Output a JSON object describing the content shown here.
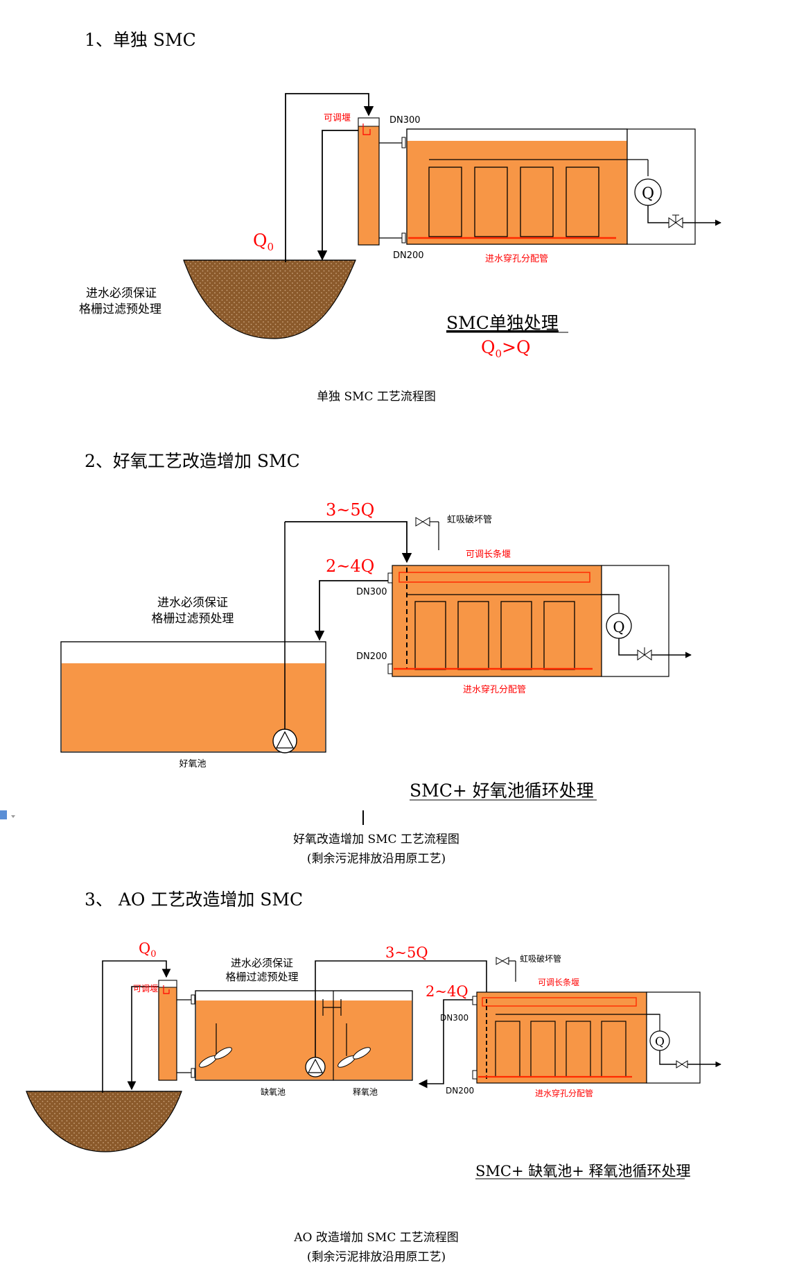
{
  "colors": {
    "tank_fill": "#f79646",
    "sludge": "#8b5a2b",
    "red_text": "#ff0000",
    "red_pipe": "#ff2a00",
    "line": "#000000"
  },
  "section1": {
    "heading": "1、单独 SMC",
    "label_weir": "可调堰",
    "label_dn300": "DN300",
    "label_dn200": "DN200",
    "label_pipe": "进水穿孔分配管",
    "label_q0_main": "Q",
    "label_q0_sub": "0",
    "label_pump": "Q",
    "note_line1": "进水必须保证",
    "note_line2": "格栅过滤预处理",
    "title": "SMC单独处理",
    "formula_q": "Q",
    "formula_sub": "0",
    "formula_rest": ">Q",
    "caption": "单独 SMC 工艺流程图"
  },
  "section2": {
    "heading": "2、好氧工艺改造增加 SMC",
    "label_flow_top": "3~5Q",
    "label_flow_mid": "2~4Q",
    "label_siphon": "虹吸破坏管",
    "label_weir": "可调长条堰",
    "label_dn300": "DN300",
    "label_dn200": "DN200",
    "label_pipe": "进水穿孔分配管",
    "label_pump": "Q",
    "note_line1": "进水必须保证",
    "note_line2": "格栅过滤预处理",
    "label_tank": "好氧池",
    "title": "SMC+ 好氧池循环处理",
    "caption_line1": "好氧改造增加 SMC 工艺流程图",
    "caption_line2": "(剩余污泥排放沿用原工艺)"
  },
  "section3": {
    "heading": "3、 AO 工艺改造增加 SMC",
    "label_q0_main": "Q",
    "label_q0_sub": "0",
    "label_weir_small": "可调堰",
    "note_line1": "进水必须保证",
    "note_line2": "格栅过滤预处理",
    "label_flow_top": "3~5Q",
    "label_flow_mid": "2~4Q",
    "label_siphon": "虹吸破坏管",
    "label_weir": "可调长条堰",
    "label_dn300": "DN300",
    "label_dn200": "DN200",
    "label_pipe": "进水穿孔分配管",
    "label_pump": "Q",
    "label_anoxic": "缺氧池",
    "label_release": "释氧池",
    "title": "SMC+ 缺氧池+ 释氧池循环处理",
    "caption_line1": "AO 改造增加 SMC 工艺流程图",
    "caption_line2": "(剩余污泥排放沿用原工艺)"
  }
}
